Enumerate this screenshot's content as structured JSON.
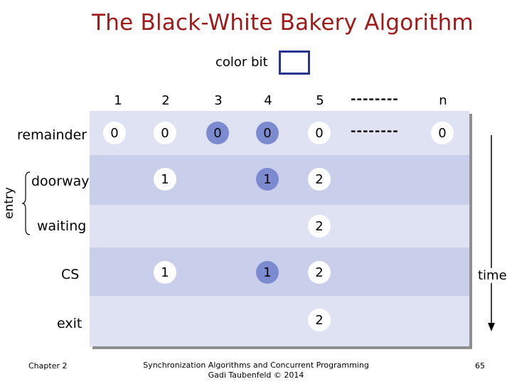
{
  "title": "The Black-White Bakery Algorithm",
  "color_bit_label": "color bit",
  "columns": [
    "1",
    "2",
    "3",
    "4",
    "5",
    "n"
  ],
  "dashes": "--------",
  "remainder_values": [
    "0",
    "0",
    "0",
    "0",
    "0",
    "0"
  ],
  "rows": {
    "remainder": "remainder",
    "doorway": "doorway",
    "waiting": "waiting",
    "cs": "CS",
    "exit": "exit"
  },
  "entry_label": "entry",
  "doorway_values": [
    "1",
    "1",
    "2"
  ],
  "waiting_values": [
    "2"
  ],
  "cs_values": [
    "1",
    "1",
    "2"
  ],
  "exit_values": [
    "2"
  ],
  "time_label": "time",
  "footer": {
    "chapter": "Chapter 2",
    "line1": "Synchronization Algorithms and Concurrent Programming",
    "line2": "Gadi Taubenfeld © 2014",
    "page": "65"
  },
  "colors": {
    "title": "#a11a1a",
    "blue_fill": "#7c8bd0",
    "row_light": "#dfe2f2",
    "row_dark": "#c9cfeb",
    "box_border": "#283593"
  }
}
